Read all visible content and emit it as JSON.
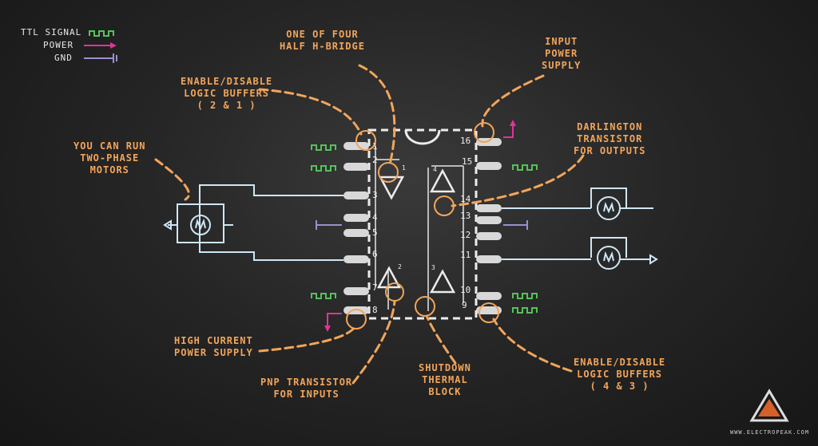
{
  "legend": {
    "ttl": "TTL SIGNAL",
    "power": "POWER",
    "gnd": "GND",
    "ttl_color": "#56c15a",
    "power_color": "#e0339a",
    "gnd_color": "#9b8fd0"
  },
  "labels": {
    "half_bridge": "ONE OF FOUR\nHALF H-BRIDGE",
    "input_power": "INPUT\nPOWER\nSUPPLY",
    "enable_12": "ENABLE/DISABLE\nLOGIC BUFFERS\n( 2 & 1 )",
    "darlington": "DARLINGTON\nTRANSISTOR\nFOR OUTPUTS",
    "two_phase": "YOU CAN RUN\nTWO-PHASE\nMOTORS",
    "high_current": "HIGH CURRENT\nPOWER SUPPLY",
    "pnp": "PNP TRANSISTOR\nFOR INPUTS",
    "shutdown": "SHUTDOWN\nTHERMAL\nBLOCK",
    "enable_43": "ENABLE/DISABLE\nLOGIC BUFFERS\n( 4 & 3 )"
  },
  "pins_left": [
    "1",
    "2",
    "3",
    "4",
    "5",
    "6",
    "7",
    "8"
  ],
  "pins_right": [
    "16",
    "15",
    "14",
    "13",
    "12",
    "11",
    "10",
    "9"
  ],
  "buffer_numbers": [
    "1",
    "2",
    "4",
    "3"
  ],
  "brand": "WWW.ELECTROPEAK.COM",
  "accent": "#f2a55a"
}
